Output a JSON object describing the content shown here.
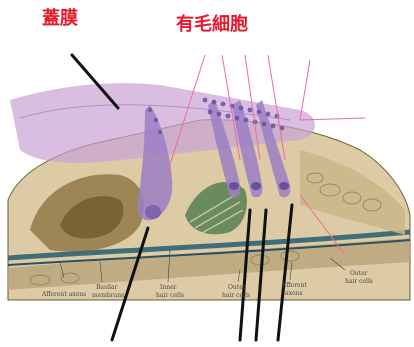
{
  "labels": {
    "tectorial_membrane": "蓋膜",
    "hair_cells": "有毛細胞",
    "afferent_axons": "Afferent axons",
    "basilar_membrane_1": "Basilar",
    "basilar_membrane_2": "membrane",
    "inner_hair_cells_1": "Inner",
    "inner_hair_cells_2": "hair cells",
    "outer_1": "Outer",
    "outer_2": "hair cells",
    "outer_pillar_1": "Efferent",
    "outer_pillar_2": "axons",
    "outer_right_1": "Outer",
    "outer_right_2": "hair cells"
  },
  "colors": {
    "label_red": "#e8192c",
    "membrane_purple": "#c9a3d6",
    "cell_purple": "#9b7fc6",
    "tissue_tan": "#d9c9a3",
    "tissue_dark": "#5a4a2a",
    "pointer_black": "#111111",
    "pink_line": "#f06aa0"
  }
}
